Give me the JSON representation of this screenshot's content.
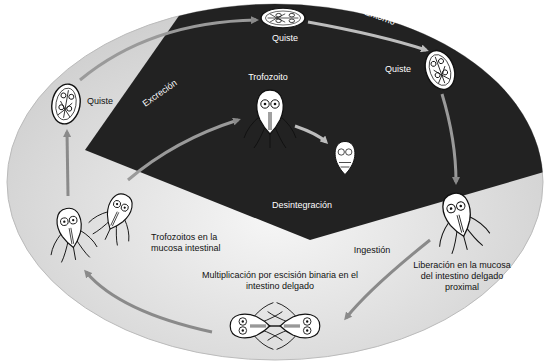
{
  "diagram": {
    "labels": [
      "Quiste",
      "Entorno",
      "Excreción",
      "Trofozoito",
      "Quiste",
      "Quiste",
      "Desintegración",
      "Ingestión",
      "Liberación en la mucosa del intestino delgado proximal",
      "Multiplicación por escisión binaria en el intestino delgado",
      "Trofozoitos en la mucosa intestinal"
    ]
  }
}
